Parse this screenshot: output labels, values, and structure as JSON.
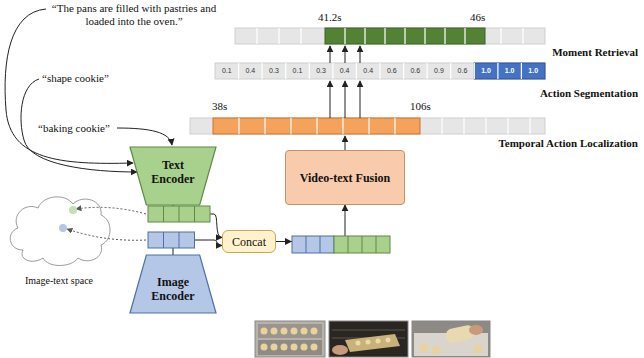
{
  "diagram": {
    "nodes": [
      {
        "text": [
          "Text Encoder"
        ]
      },
      {
        "text": [
          "Image-text space"
        ]
      },
      {
        "text": [
          "Concat"
        ]
      },
      {
        "text": [
          "Video-text Fusion"
        ]
      },
      {
        "text": [
          "Image Encoder"
        ]
      }
    ],
    "edges": [
      {
        "from": 0,
        "to": 2,
        "arrow": "to"
      },
      {
        "from": 4,
        "to": 2,
        "arrow": "to"
      },
      {
        "from": 2,
        "to": 3,
        "arrow": "to"
      }
    ],
    "labels": [
      "“The pans are filled with pastries and loaded into the oven.”",
      "“shape cookie”",
      "“baking cookie”",
      "41.2s",
      "46s",
      "Moment Retrieval",
      "Action Segmentation",
      "38s",
      "106s",
      "Temporal Action Localization",
      "0.1",
      "0.4",
      "0.3",
      "0.1",
      "0.3",
      "0.4",
      "0.4",
      "0.6",
      "0.6",
      "0.9",
      "0.6",
      "1.0",
      "1.0",
      "1.0"
    ]
  }
}
